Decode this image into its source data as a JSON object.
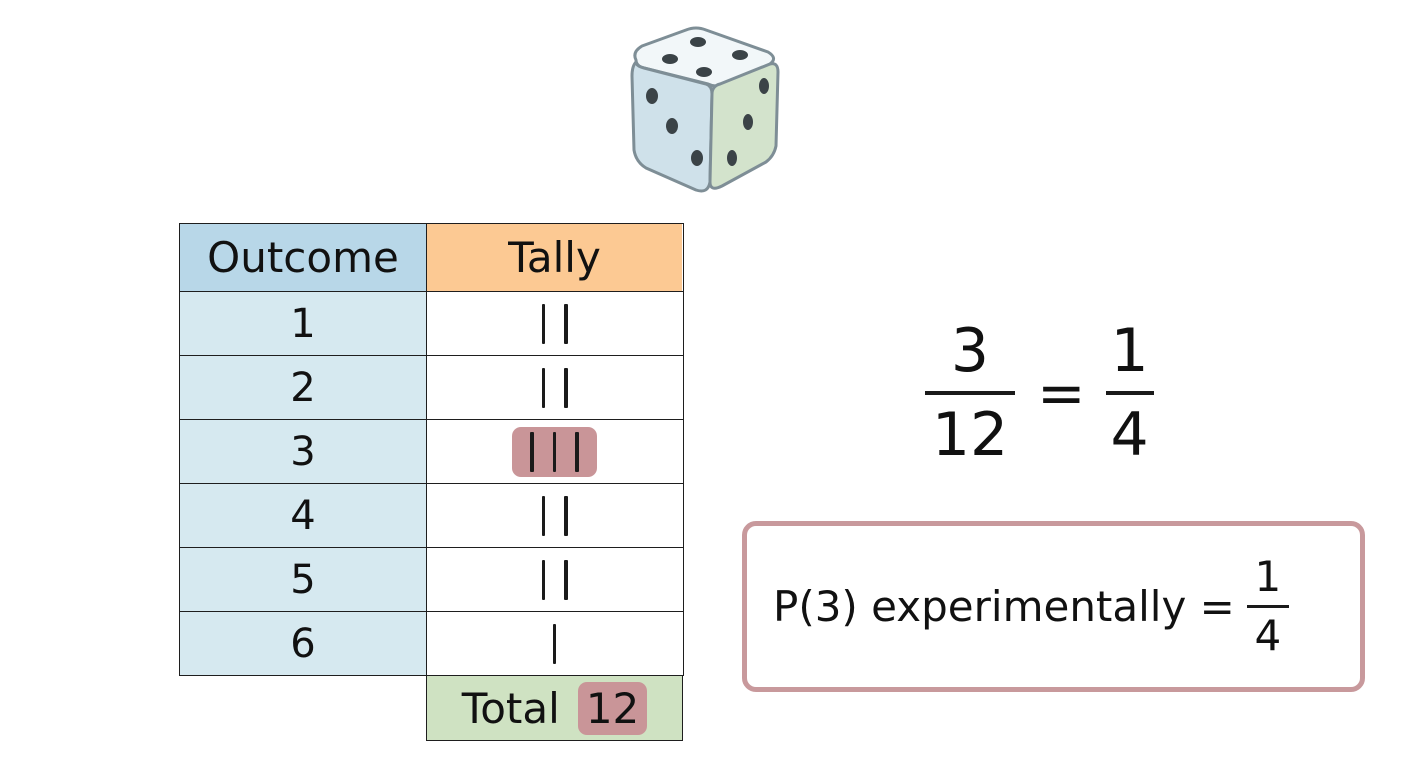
{
  "table": {
    "header": {
      "outcome": "Outcome",
      "tally": "Tally"
    },
    "rows": [
      {
        "outcome": "1",
        "count": 2
      },
      {
        "outcome": "2",
        "count": 2
      },
      {
        "outcome": "3",
        "count": 3,
        "highlighted": true
      },
      {
        "outcome": "4",
        "count": 2
      },
      {
        "outcome": "5",
        "count": 2
      },
      {
        "outcome": "6",
        "count": 1
      }
    ],
    "total_label": "Total",
    "total_value": "12"
  },
  "equation": {
    "left_numerator": "3",
    "left_denominator": "12",
    "equals": "=",
    "right_numerator": "1",
    "right_denominator": "4"
  },
  "result": {
    "text": "P(3) experimentally =",
    "numerator": "1",
    "denominator": "4"
  },
  "colors": {
    "outcome_header": "#b8d7e8",
    "outcome_cell": "#d6e9f0",
    "tally_header": "#fcc993",
    "total_row": "#cfe2c2",
    "highlight": "#c99598",
    "result_border": "#c8999c"
  },
  "icons": {
    "die": "die-icon"
  }
}
